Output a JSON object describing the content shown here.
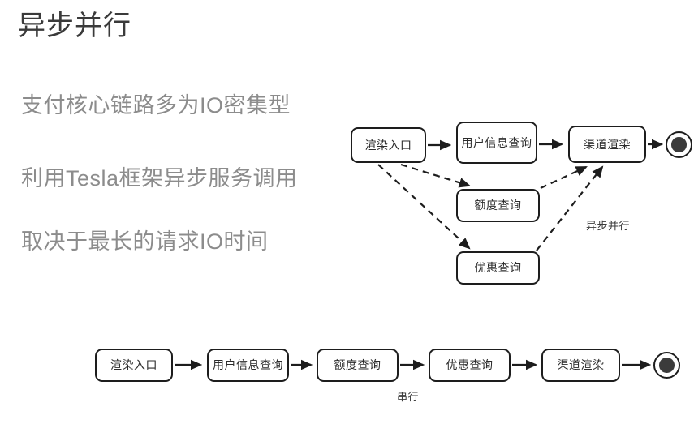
{
  "slide": {
    "title": "异步并行",
    "background_color": "#ffffff",
    "title_color": "#3a3a3a",
    "bullet_color": "#8c8c8c",
    "stroke_color": "#1d1d1d"
  },
  "bullets": [
    {
      "text": "支付核心链路多为IO密集型"
    },
    {
      "text": "利用Tesla框架异步服务调用"
    },
    {
      "text": "取决于最长的请求IO时间"
    }
  ],
  "parallel_diagram": {
    "caption": "异步并行",
    "nodes": [
      {
        "id": "render-entry",
        "label": "渲染入口"
      },
      {
        "id": "user-info",
        "label": "用户信息查询"
      },
      {
        "id": "channel-render",
        "label": "渠道渲染"
      },
      {
        "id": "quota-query",
        "label": "额度查询"
      },
      {
        "id": "coupon-query",
        "label": "优惠查询"
      }
    ],
    "end_node": {
      "id": "end",
      "label": ""
    },
    "edges": [
      {
        "from": "render-entry",
        "to": "user-info",
        "style": "solid"
      },
      {
        "from": "user-info",
        "to": "channel-render",
        "style": "solid"
      },
      {
        "from": "channel-render",
        "to": "end",
        "style": "solid"
      },
      {
        "from": "render-entry",
        "to": "quota-query",
        "style": "dashed"
      },
      {
        "from": "render-entry",
        "to": "coupon-query",
        "style": "dashed"
      },
      {
        "from": "quota-query",
        "to": "channel-render",
        "style": "dashed"
      },
      {
        "from": "coupon-query",
        "to": "channel-render",
        "style": "dashed"
      }
    ]
  },
  "serial_diagram": {
    "caption": "串行",
    "nodes": [
      {
        "id": "render-entry",
        "label": "渲染入口"
      },
      {
        "id": "user-info",
        "label": "用户信息查询"
      },
      {
        "id": "quota-query",
        "label": "额度查询"
      },
      {
        "id": "coupon-query",
        "label": "优惠查询"
      },
      {
        "id": "channel-render",
        "label": "渠道渲染"
      }
    ],
    "end_node": {
      "id": "end",
      "label": ""
    },
    "edges": [
      {
        "from": "render-entry",
        "to": "user-info",
        "style": "solid"
      },
      {
        "from": "user-info",
        "to": "quota-query",
        "style": "solid"
      },
      {
        "from": "quota-query",
        "to": "coupon-query",
        "style": "solid"
      },
      {
        "from": "coupon-query",
        "to": "channel-render",
        "style": "solid"
      },
      {
        "from": "channel-render",
        "to": "end",
        "style": "solid"
      }
    ]
  }
}
